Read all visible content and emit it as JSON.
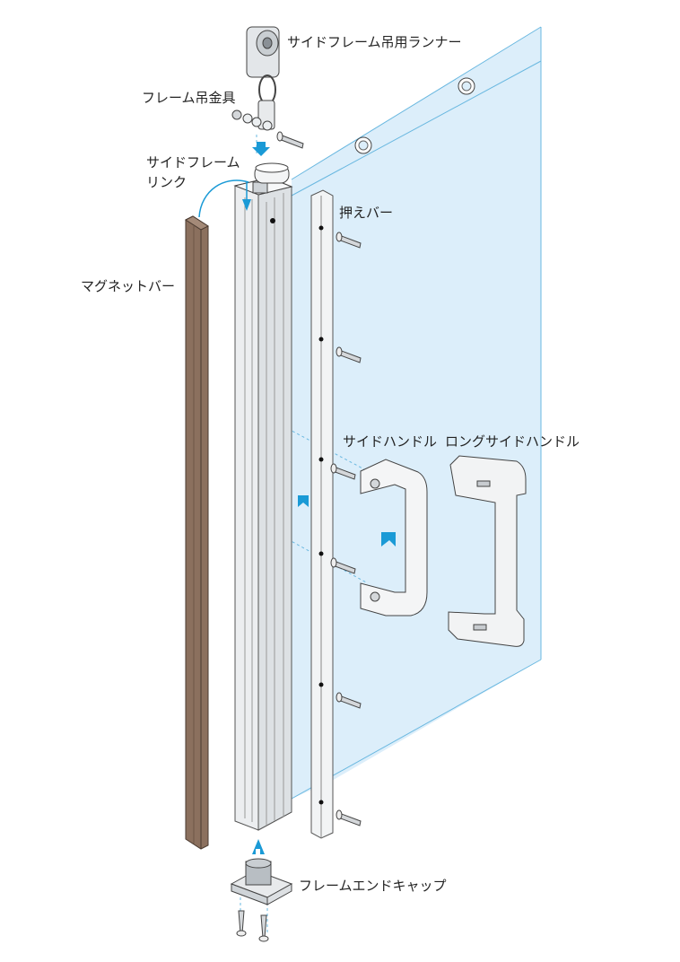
{
  "labels": {
    "runner": "サイドフレーム吊用ランナー",
    "hanger": "フレーム吊金具",
    "link_line1": "サイドフレーム",
    "link_line2": "リンク",
    "press_bar": "押えバー",
    "magnet_bar": "マグネットバー",
    "side_handle": "サイドハンドル",
    "long_side_handle": "ロングサイドハンドル",
    "end_cap": "フレームエンドキャップ"
  },
  "colors": {
    "panel": "#dceefa",
    "panel_edge": "#6ab8e0",
    "arrow": "#1a9ad6",
    "magnet": "#8b705e",
    "metal": "#e4e7ea",
    "outline": "#555555"
  },
  "icons": [
    "screw-icon",
    "washer-icon",
    "arrow-icon"
  ]
}
